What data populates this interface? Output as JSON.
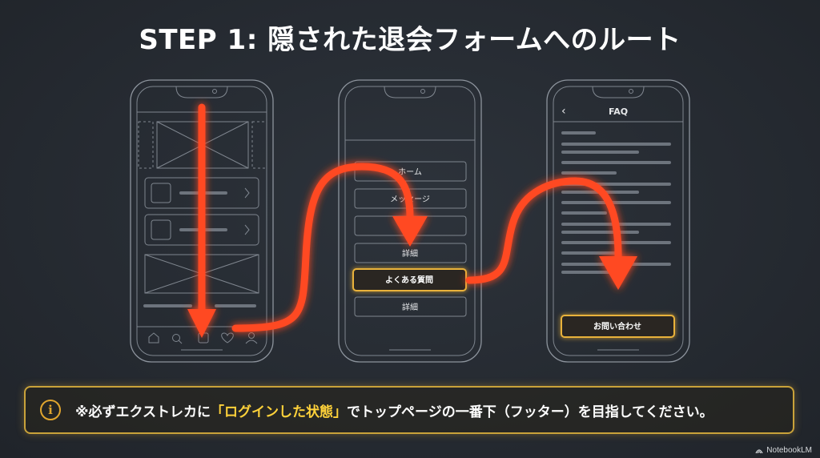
{
  "title": "STEP 1: 隠された退会フォームへのルート",
  "phone2": {
    "menu_items": [
      "ホーム",
      "メッセージ",
      "",
      "詳細",
      "よくある質問",
      "詳細"
    ]
  },
  "phone3": {
    "back": "‹",
    "header": "FAQ",
    "contact_button": "お問い合わせ"
  },
  "note": {
    "icon": "i",
    "prefix": "※必ずエクストレカに",
    "highlight": "「ログインした状態」",
    "suffix": "でトップページの一番下（フッター）を目指してください。"
  },
  "brand": "NotebookLM",
  "colors": {
    "background": "#262b32",
    "arrow": "#ff4a22",
    "highlight": "#e9b23a",
    "wireframe": "#8d949d"
  }
}
